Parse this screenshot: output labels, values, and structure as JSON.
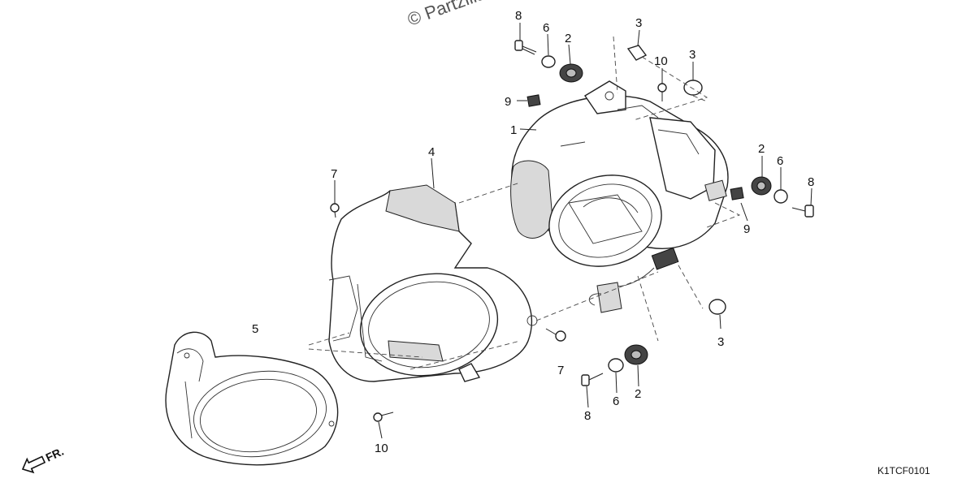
{
  "watermark": "© Partzilla",
  "diagram_code": "K1TCF0101",
  "front_indicator": "FR.",
  "callouts": {
    "c1": "1",
    "c2a": "2",
    "c2b": "2",
    "c2c": "2",
    "c3a": "3",
    "c3b": "3",
    "c3c": "3",
    "c4": "4",
    "c5": "5",
    "c6a": "6",
    "c6b": "6",
    "c6c": "6",
    "c7a": "7",
    "c7b": "7",
    "c8a": "8",
    "c8b": "8",
    "c8c": "8",
    "c9a": "9",
    "c9b": "9",
    "c10a": "10",
    "c10b": "10"
  }
}
